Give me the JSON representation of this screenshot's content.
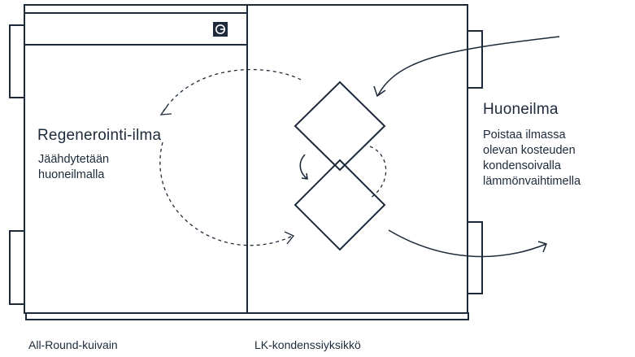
{
  "left_zone": {
    "title": "Regenerointi-ilma",
    "desc_lines": [
      "Jäähdytetään",
      "huoneilmalla"
    ]
  },
  "right_zone": {
    "title": "Huoneilma",
    "desc_lines": [
      "Poistaa ilmassa",
      "olevan kosteuden",
      "kondensoivalla",
      "lämmönvaihtimella"
    ]
  },
  "captions": {
    "left_unit": "All-Round-kuivain",
    "right_unit": "LK-kondenssiyksikkö"
  },
  "colors": {
    "line": "#1d2a3a",
    "background": "#ffffff"
  },
  "icons": {
    "logo": "brand-logo-icon"
  }
}
